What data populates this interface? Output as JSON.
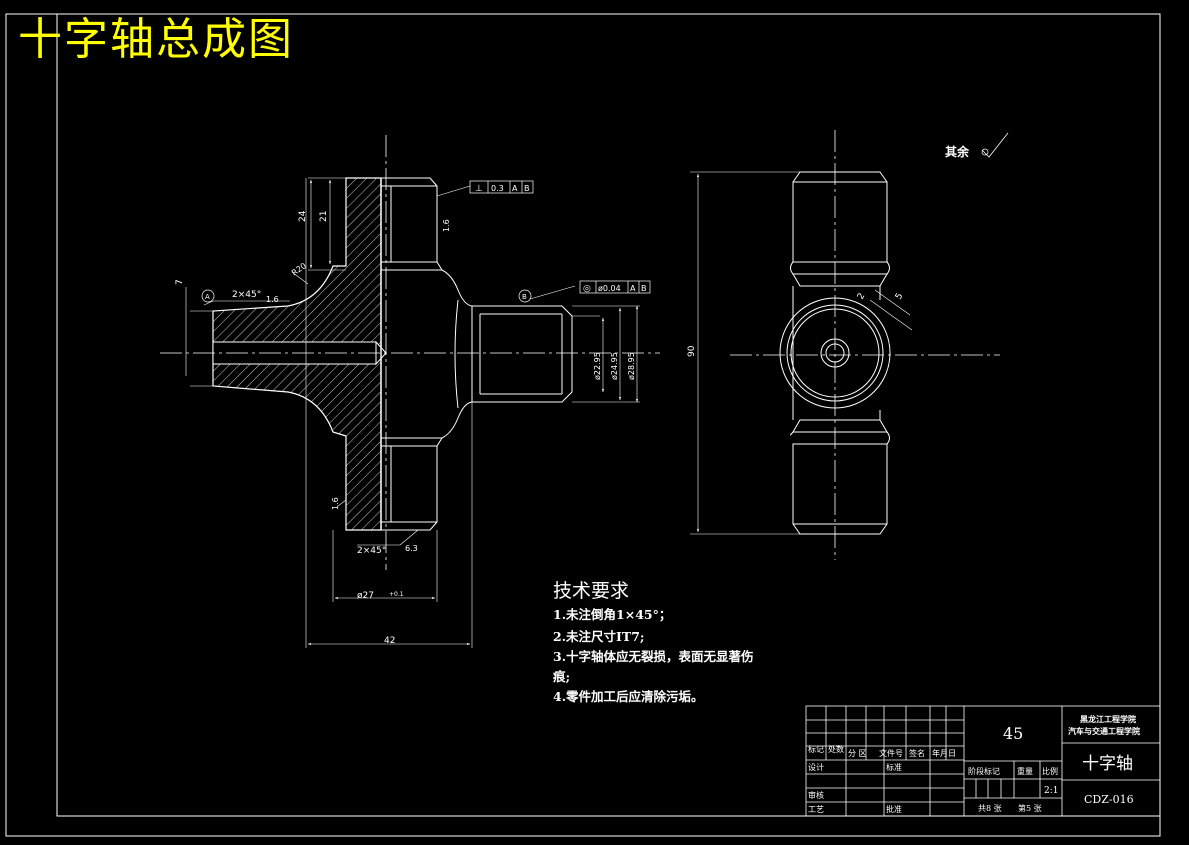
{
  "drawing_title": "十字轴总成图",
  "tech_requirements": {
    "title": "技术要求",
    "items": [
      "1.未注倒角1×45°；",
      "2.未注尺寸IT7;",
      "3.十字轴体应无裂损，表面无显著伤",
      "痕;",
      "4.零件加工后应清除污垢。"
    ]
  },
  "roughness_note": "其余",
  "dimensions": {
    "d24": "24",
    "d21": "21",
    "d7": "7",
    "chamfer_a": "2×45°",
    "chamfer_b": "2×45°",
    "r16a": "1.6",
    "r16b": "1.6",
    "r16c": "1.6",
    "r20": "R20",
    "r63": "6.3",
    "phi27": "ø27",
    "phi27_tol": "+0.1",
    "len42": "42",
    "phi22": "ø22.95",
    "phi24": "ø24.95",
    "phi28": "ø28.95",
    "h90": "90",
    "r2": "2",
    "r5": "5"
  },
  "gdt": {
    "perp_symbol": "⊥",
    "perp_value": "0.3",
    "perp_ref_a": "A",
    "perp_ref_b": "B",
    "conc_symbol": "◎",
    "conc_value": "ø0.04",
    "conc_ref_a": "A",
    "conc_ref_b": "B",
    "datum_a": "A",
    "datum_b": "B"
  },
  "title_block": {
    "material": "45",
    "school": "黑龙江工程学院",
    "dept": "汽车与交通工程学院",
    "part_name": "十字轴",
    "drawing_no": "CDZ-016",
    "scale_value": "2:1",
    "labels": {
      "mark": "标记",
      "count": "处数",
      "zone": "分 区",
      "doc_no": "文件号",
      "sign": "签名",
      "date": "年月日",
      "design": "设计",
      "standardize": "标准",
      "review": "审核",
      "process": "工艺",
      "approve": "批准",
      "stage": "阶段标记",
      "weight": "重量",
      "scale": "比例",
      "sheets_total": "共8 张",
      "sheet_no": "第5 张"
    }
  }
}
